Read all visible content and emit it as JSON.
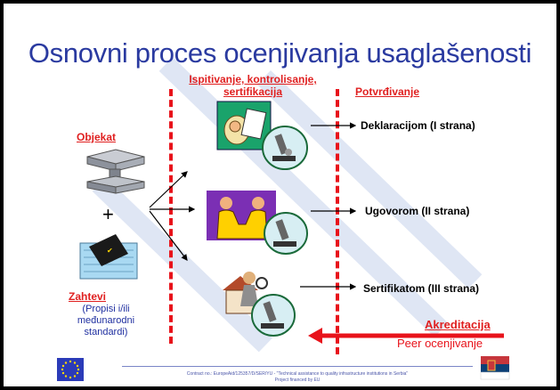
{
  "title": "Osnovni proces ocenjivanja usaglašenosti",
  "headers": {
    "testing": "Ispitivanje, kontrolisanje, sertifikacija",
    "confirmation": "Potvrđivanje",
    "object": "Objekat",
    "requirements": "Zahtevi",
    "accreditation": "Akreditacija"
  },
  "requirements_note": "(Propisi i/ili međunarodni standardi)",
  "plus": "+",
  "outcomes": [
    "Deklaracijom (I strana)",
    "Ugovorom (II strana)",
    "Sertifikatom (III strana)"
  ],
  "peer": "Peer ocenjivanje",
  "footer": {
    "line1": "Contract no.: EuropeAid/125357/D/SER/YU - \"Technical assistance to quality infrastructure institutions in Serbia\"",
    "line2": "Project financed by EU"
  },
  "colors": {
    "title": "#2a3aa0",
    "accent_red": "#e8131b",
    "stripe": "#dfe6f4"
  },
  "icons": [
    "steel-beam-icon",
    "document-book-icon",
    "microscope-icon",
    "handshake-icon",
    "inspector-house-icon",
    "eu-flag-icon",
    "serbia-flag-icon"
  ]
}
